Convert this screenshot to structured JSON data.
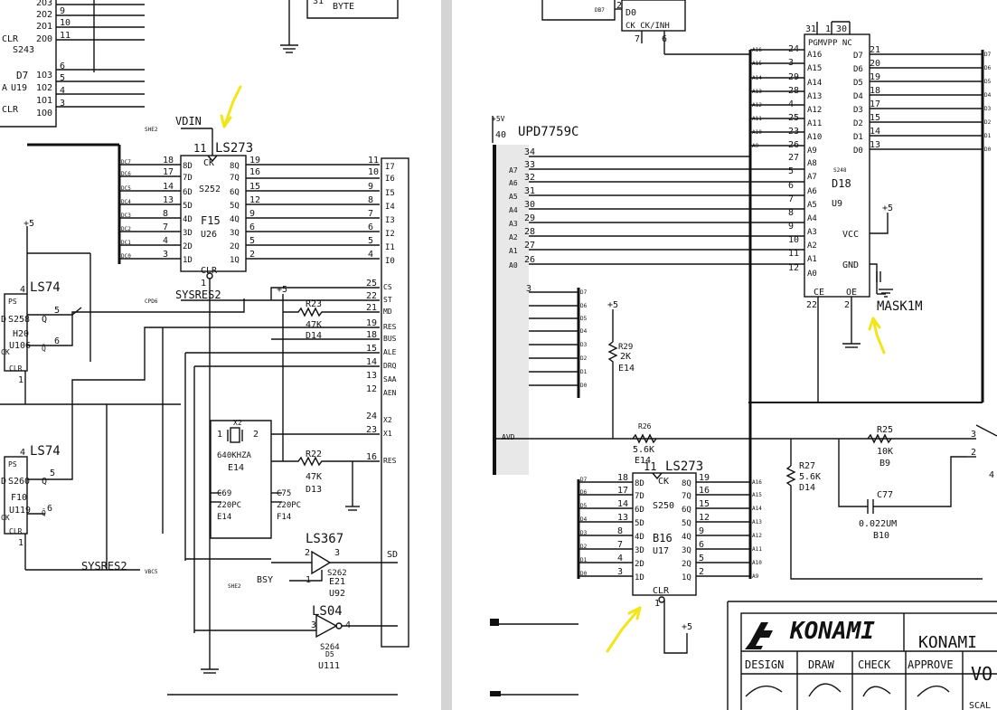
{
  "viewer": {
    "pages": [
      "left",
      "right"
    ],
    "gutter_color": "#d4d4d4",
    "annotation_color": "#f2e51a"
  },
  "left_sheet": {
    "top_chip": {
      "pins_left": [
        "2O3",
        "2O2",
        "2O1",
        "2O0"
      ],
      "pin_nums": [
        "9",
        "10",
        "11"
      ],
      "clr": "CLR",
      "s243": "S243",
      "d7": "D7",
      "a": "A",
      "u19": "U19",
      "pins_left2": [
        "1O3",
        "1O2",
        "1O1",
        "1O0"
      ],
      "pin_nums2": [
        "6",
        "5",
        "4",
        "3"
      ],
      "clr2": "CLR"
    },
    "byte": {
      "pin": "31",
      "label": "BYTE"
    },
    "vdin": {
      "net_tag": "SHE2",
      "label": "VDIN"
    },
    "ls273_top": {
      "pin_ck": "11",
      "type": "LS273",
      "ck": "CK",
      "d_pins": [
        "18",
        "17",
        "14",
        "13",
        "8",
        "7",
        "4",
        "3"
      ],
      "d_labels": [
        "8D",
        "7D",
        "6D",
        "5D",
        "4D",
        "3D",
        "2D",
        "1D"
      ],
      "q_labels": [
        "8Q",
        "7Q",
        "6Q",
        "5Q",
        "4Q",
        "3Q",
        "2Q",
        "1Q"
      ],
      "q_pins": [
        "19",
        "16",
        "15",
        "12",
        "9",
        "6",
        "5",
        "2"
      ],
      "code": "S252",
      "loc": "F15",
      "unit": "U26",
      "clr": "CLR",
      "clr_pin": "1",
      "bus_tags": [
        "DC7",
        "DC6",
        "DC5",
        "DC4",
        "DC3",
        "DC2",
        "DC1",
        "DC0"
      ]
    },
    "right_conn": {
      "pins": [
        "11",
        "10",
        "9",
        "8",
        "7",
        "6",
        "5",
        "4"
      ],
      "labels": [
        "I7",
        "I6",
        "I5",
        "I4",
        "I3",
        "I2",
        "I1",
        "I0"
      ],
      "pins2": [
        "25",
        "22",
        "21",
        "19",
        "18",
        "15",
        "14",
        "13",
        "12",
        "24",
        "23",
        "16"
      ],
      "labels2": [
        "CS",
        "ST",
        "MD",
        "RES",
        "BUS",
        "ALE",
        "DRQ",
        "SAA",
        "AEN",
        "X2",
        "X1",
        "RES"
      ]
    },
    "sysres2_top": {
      "tag": "CPD6",
      "label": "SYSRES2"
    },
    "ls74_a": {
      "vcc": "+5",
      "pin4": "4",
      "type": "LS74",
      "ps": "PS",
      "d": "D",
      "code": "S258",
      "q": "Q",
      "qpin": "5",
      "loc": "H20",
      "unit": "U106",
      "ck": "CK",
      "qb": "Q̄",
      "qbpin": "6",
      "clr": "CLR",
      "clr_pin": "1"
    },
    "ls74_b": {
      "pin4": "4",
      "type": "LS74",
      "ps": "PS",
      "d": "D",
      "code": "S260",
      "q": "Q",
      "qpin": "5",
      "loc": "F10",
      "unit": "U119",
      "ck": "CK",
      "qb": "Q̄",
      "qbpin": "6",
      "clr": "CLR",
      "clr_pin": "1"
    },
    "r23": {
      "vcc": "+5",
      "name": "R23",
      "value": "47K",
      "loc": "D14"
    },
    "x2": {
      "name": "X2",
      "freq": "640KHZA",
      "loc": "E14",
      "pin1": "1",
      "pin2": "2"
    },
    "r22": {
      "name": "R22",
      "value": "47K",
      "loc": "D13"
    },
    "c69": {
      "name": "C69",
      "value": "220PC",
      "loc": "E14"
    },
    "c75": {
      "name": "C75",
      "value": "220PC",
      "loc": "F14"
    },
    "ls367": {
      "type": "LS367",
      "pin2": "2",
      "pin3": "3",
      "pin1": "1",
      "code": "S262",
      "loc": "E21",
      "unit": "U92",
      "out": "SD"
    },
    "bsy": {
      "tag": "SHE2",
      "label": "BSY"
    },
    "sysres2_bot": {
      "label": "SYSRES2",
      "tag": "VBC5"
    },
    "ls04": {
      "type": "LS04",
      "pin3": "3",
      "pin4": "4",
      "code": "S264",
      "loc": "D5",
      "unit": "U111"
    }
  },
  "right_sheet": {
    "top_chip": {
      "tag": "DB7",
      "pin2": "2",
      "d0": "D0",
      "ck": "CK CK/INH",
      "pin7": "7",
      "pin6": "6"
    },
    "upd": {
      "vcc_tag": "+5V",
      "pin40": "40",
      "name": "UPD7759C",
      "pins": [
        "34",
        "33",
        "32",
        "31",
        "30",
        "29",
        "28",
        "27",
        "26"
      ],
      "labels": [
        "",
        "A7",
        "A6",
        "A5",
        "A4",
        "A3",
        "A2",
        "A1",
        "A0"
      ],
      "pin3": "3",
      "avd": "AVD"
    },
    "rom": {
      "top_pins": [
        "31",
        "1",
        "30"
      ],
      "top_labels": "PGMVPP NC",
      "a_pins": [
        "24",
        "3",
        "29",
        "28",
        "4",
        "25",
        "23",
        "26",
        "27",
        "5",
        "6",
        "7",
        "8",
        "9",
        "10",
        "11",
        "12"
      ],
      "a_labels": [
        "A16",
        "A15",
        "A14",
        "A13",
        "A12",
        "A11",
        "A10",
        "A9",
        "A8",
        "A7",
        "A6",
        "A5",
        "A4",
        "A3",
        "A2",
        "A1",
        "A0"
      ],
      "d_labels": [
        "D7",
        "D6",
        "D5",
        "D4",
        "D3",
        "D2",
        "D1",
        "D0"
      ],
      "d_pins": [
        "21",
        "20",
        "19",
        "18",
        "17",
        "15",
        "14",
        "13"
      ],
      "code": "S248",
      "loc": "D18",
      "unit": "U9",
      "vcc": "VCC",
      "gnd": "GND",
      "ce": "CE",
      "oe": "OE",
      "ce_pin": "22",
      "oe_pin": "2",
      "vplus": "+5",
      "type": "MASK1M",
      "bus_tags": [
        "A16",
        "A15",
        "A14",
        "A13",
        "A12",
        "A11",
        "A10",
        "A9"
      ]
    },
    "d_bus_tags": [
      "D7",
      "D6",
      "D5",
      "D4",
      "D3",
      "D2",
      "D1",
      "D0"
    ],
    "r29": {
      "vcc": "+5",
      "name": "R29",
      "value": "2K",
      "loc": "E14"
    },
    "r26": {
      "name": "R26",
      "value": "5.6K",
      "loc": "E14"
    },
    "r27": {
      "name": "R27",
      "value": "5.6K",
      "loc": "D14"
    },
    "r25": {
      "name": "R25",
      "value": "10K",
      "loc": "B9"
    },
    "c77": {
      "name": "C77",
      "value": "0.022UM",
      "loc": "B10"
    },
    "opamp": {
      "pin3": "3",
      "pin2": "2",
      "pin4": "4"
    },
    "ls273_bot": {
      "pin_ck": "11",
      "type": "LS273",
      "ck": "CK",
      "d_pins": [
        "18",
        "17",
        "14",
        "13",
        "8",
        "7",
        "4",
        "3"
      ],
      "d_labels": [
        "8D",
        "7D",
        "6D",
        "5D",
        "4D",
        "3D",
        "2D",
        "1D"
      ],
      "q_labels": [
        "8Q",
        "7Q",
        "6Q",
        "5Q",
        "4Q",
        "3Q",
        "2Q",
        "1Q"
      ],
      "q_pins": [
        "19",
        "16",
        "15",
        "12",
        "9",
        "6",
        "5",
        "2"
      ],
      "code": "S250",
      "loc": "B16",
      "unit": "U17",
      "clr": "CLR",
      "clr_pin": "1",
      "vcc": "+5",
      "in_tags": [
        "D7",
        "D6",
        "D5",
        "D4",
        "D3",
        "D2",
        "D1",
        "D0"
      ],
      "out_tags": [
        "A16",
        "A15",
        "A14",
        "A13",
        "A12",
        "A11",
        "A10",
        "A9"
      ]
    },
    "title_block": {
      "logo": "KONAMI",
      "company": "KONAMI",
      "headers": [
        "DESIGN",
        "DRAW",
        "CHECK",
        "APPROVE"
      ],
      "partial": "VO",
      "scale": "SCAL"
    }
  }
}
